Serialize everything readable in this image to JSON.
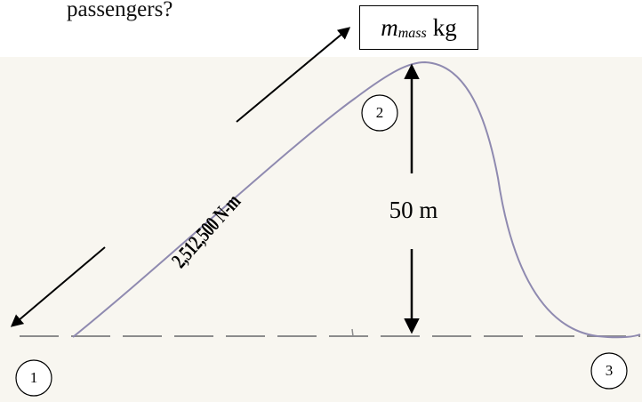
{
  "question": {
    "text": "passengers?"
  },
  "mass_box": {
    "variable": "m",
    "subscript": "mass",
    "unit": "kg"
  },
  "height_label": "50 m",
  "work_label": "2,512,500 N-m",
  "points": [
    {
      "label": "1"
    },
    {
      "label": "2"
    },
    {
      "label": "3"
    }
  ],
  "colors": {
    "track": "#8f8ab0",
    "ground": "#8c8c8c",
    "background": "#f8f6f0",
    "ink": "#000000"
  }
}
